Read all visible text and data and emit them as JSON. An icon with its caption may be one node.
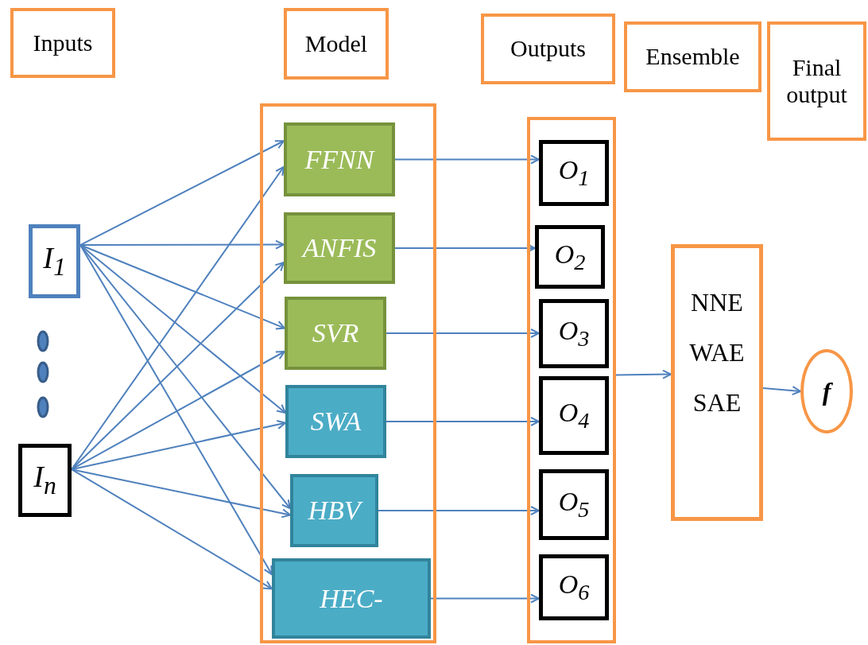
{
  "diagram": {
    "nodes": [
      {
        "text": [
          "Inputs"
        ]
      },
      {
        "text": [
          "Model"
        ]
      },
      {
        "text": [
          "Outputs"
        ]
      },
      {
        "text": [
          "Ensemble"
        ]
      },
      {
        "text": [
          "Final output"
        ]
      },
      {
        "text": [
          "I$_{1}$"
        ]
      },
      {
        "text": [
          "I$_{n}$"
        ]
      },
      {
        "text": [],
        "shape": "box"
      },
      {
        "text": [
          "FFNN"
        ],
        "in": 7
      },
      {
        "text": [
          "ANFIS"
        ],
        "in": 7
      },
      {
        "text": [
          "SVR"
        ],
        "in": 7
      },
      {
        "text": [
          "SWA"
        ],
        "in": 7
      },
      {
        "text": [
          "HBV"
        ],
        "in": 7
      },
      {
        "text": [
          "HEC-"
        ],
        "in": 7
      },
      {
        "text": [],
        "shape": "box"
      },
      {
        "text": [
          "O$_{1}$"
        ],
        "in": 14
      },
      {
        "text": [
          "O$_{2}$"
        ],
        "in": 14
      },
      {
        "text": [
          "O$_{3}$"
        ],
        "in": 14
      },
      {
        "text": [
          "O$_{4}$"
        ],
        "in": 14
      },
      {
        "text": [
          "O$_{5}$"
        ],
        "in": 14
      },
      {
        "text": [
          "O$_{6}$"
        ],
        "in": 14
      },
      {
        "text": [
          "NNE",
          "WAE",
          "SAE"
        ]
      },
      {
        "text": [
          "f"
        ]
      }
    ],
    "edges": [
      {
        "from": 5,
        "to": 8,
        "arrow": "to"
      },
      {
        "from": 5,
        "to": 9,
        "arrow": "to"
      },
      {
        "from": 5,
        "to": 10,
        "arrow": "to"
      },
      {
        "from": 5,
        "to": 11,
        "arrow": "to"
      },
      {
        "from": 5,
        "to": 12,
        "arrow": "to"
      },
      {
        "from": 5,
        "to": 13,
        "arrow": "to"
      },
      {
        "from": 6,
        "to": 8,
        "arrow": "to"
      },
      {
        "from": 6,
        "to": 9,
        "arrow": "to"
      },
      {
        "from": 6,
        "to": 10,
        "arrow": "to"
      },
      {
        "from": 6,
        "to": 11,
        "arrow": "to"
      },
      {
        "from": 6,
        "to": 12,
        "arrow": "to"
      },
      {
        "from": 6,
        "to": 13,
        "arrow": "to"
      },
      {
        "from": 8,
        "to": 15,
        "arrow": "to"
      },
      {
        "from": 9,
        "to": 16,
        "arrow": "to"
      },
      {
        "from": 10,
        "to": 17,
        "arrow": "to"
      },
      {
        "from": 11,
        "to": 18,
        "arrow": "to"
      },
      {
        "from": 12,
        "to": 19,
        "arrow": "to"
      },
      {
        "from": 13,
        "to": 20,
        "arrow": "to"
      },
      {
        "from": 14,
        "to": 21,
        "arrow": "to"
      },
      {
        "from": 21,
        "to": 22,
        "arrow": "to"
      }
    ]
  }
}
